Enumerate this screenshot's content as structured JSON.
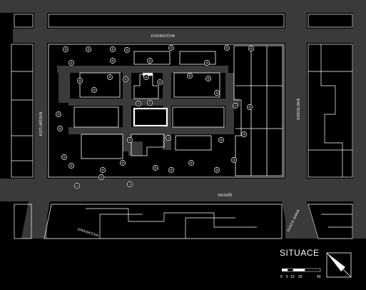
{
  "title": "SITUACE",
  "streets": {
    "top": "KOUNICOVA",
    "left": "KOTLÁŘSKÁ",
    "right": "SOKOLSKÁ",
    "bottom": "VEVEŘÍ",
    "bottom_left": "JIRÁSKOVA",
    "bottom_right": "SVATÁ ANNA"
  },
  "scale": {
    "labels": [
      "0",
      "5",
      "10",
      "20",
      "40"
    ]
  },
  "icons": {
    "north_arrow": "north-arrow-icon",
    "tree": "tree-icon"
  },
  "colors": {
    "background": "#000000",
    "street": "#3a3a3a",
    "outline": "#ffffff",
    "highlight": "#ffffff"
  }
}
